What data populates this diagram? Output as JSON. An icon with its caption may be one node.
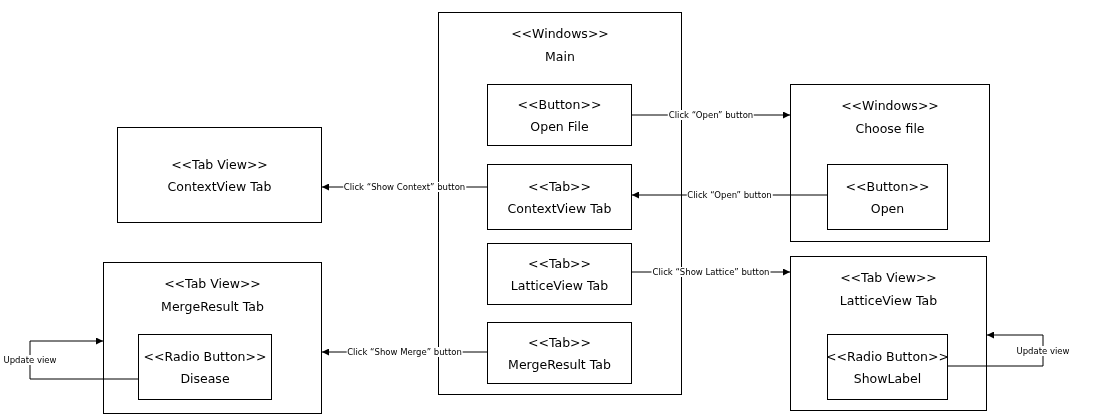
{
  "diagram": {
    "nodes": [
      {
        "text": [
          "<<Windows>>",
          "Main"
        ]
      },
      {
        "text": [
          "<<Button>>",
          "Open File"
        ],
        "in": 0
      },
      {
        "text": [
          "<<Tab>>",
          "ContextView Tab"
        ],
        "in": 0
      },
      {
        "text": [
          "<<Tab>>",
          "LatticeView Tab"
        ],
        "in": 0
      },
      {
        "text": [
          "<<Tab>>",
          "MergeResult Tab"
        ],
        "in": 0
      },
      {
        "text": [
          "<<Tab View>>",
          "ContextView Tab"
        ]
      },
      {
        "text": [
          "<<Tab View>>",
          "MergeResult Tab"
        ]
      },
      {
        "text": [
          "<<Radio Button>>",
          "Disease"
        ],
        "in": 6
      },
      {
        "text": [
          "<<Windows>>",
          "Choose file"
        ]
      },
      {
        "text": [
          "<<Button>>",
          "Open"
        ],
        "in": 8
      },
      {
        "text": [
          "<<Tab View>>",
          "LatticeView Tab"
        ]
      },
      {
        "text": [
          "<<Radio Button>>",
          "ShowLabel"
        ],
        "in": 10
      }
    ],
    "edges": [
      {
        "from": 1,
        "to": 8,
        "arrow": "to",
        "label": "Click “Open” button"
      },
      {
        "from": 9,
        "to": 2,
        "arrow": "to",
        "label": "Click “Open” button"
      },
      {
        "from": 2,
        "to": 5,
        "arrow": "to",
        "label": "Click “Show Context” button"
      },
      {
        "from": 3,
        "to": 10,
        "arrow": "to",
        "label": "Click “Show Lattice” button"
      },
      {
        "from": 4,
        "to": 6,
        "arrow": "to",
        "label": "Click “Show Merge” button"
      },
      {
        "from": 7,
        "to": 6,
        "arrow": "to",
        "label": "Update view"
      },
      {
        "from": 11,
        "to": 10,
        "arrow": "to",
        "label": "Update view"
      }
    ]
  }
}
